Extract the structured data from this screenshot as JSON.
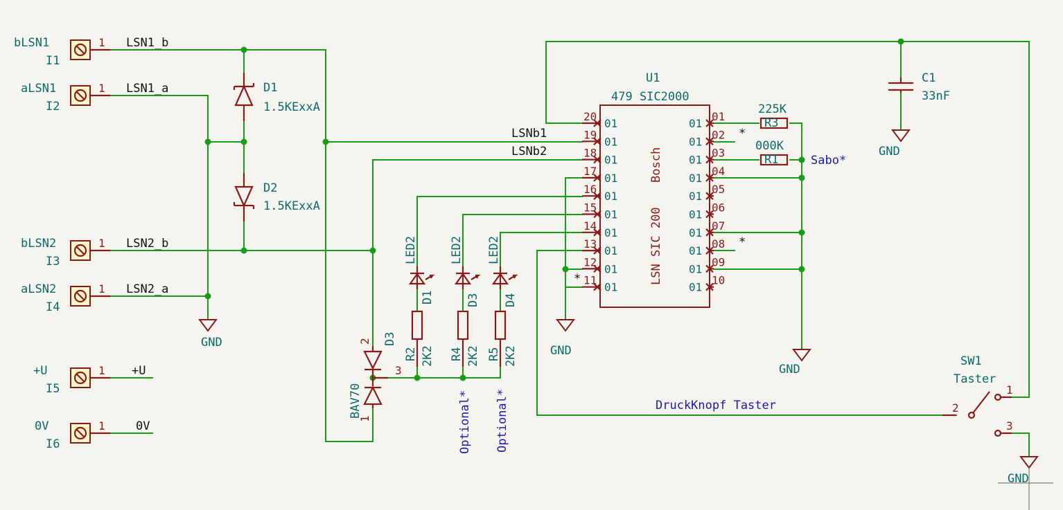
{
  "connectors": [
    {
      "ref": "bLSN1",
      "value": "I1",
      "pin": "1",
      "net": "LSN1_b"
    },
    {
      "ref": "aLSN1",
      "value": "I2",
      "pin": "1",
      "net": "LSN1_a"
    },
    {
      "ref": "bLSN2",
      "value": "I3",
      "pin": "1",
      "net": "LSN2_b"
    },
    {
      "ref": "aLSN2",
      "value": "I4",
      "pin": "1",
      "net": "LSN2_a"
    },
    {
      "ref": "+U",
      "value": "I5",
      "pin": "1",
      "net": "+U"
    },
    {
      "ref": "0V",
      "value": "I6",
      "pin": "1",
      "net": "0V"
    }
  ],
  "diodes": [
    {
      "ref": "D1",
      "value": "1.5KExxA"
    },
    {
      "ref": "D2",
      "value": "1.5KExxA"
    }
  ],
  "leds": [
    {
      "value": "LED2",
      "ref": "D1"
    },
    {
      "value": "LED2",
      "ref": "D3"
    },
    {
      "value": "LED2",
      "ref": "D4"
    }
  ],
  "resistors": [
    {
      "ref": "R2",
      "value": "2K2"
    },
    {
      "ref": "R4",
      "value": "2K2"
    },
    {
      "ref": "R5",
      "value": "2K2"
    }
  ],
  "optional_notes": [
    "Optional*",
    "Optional*"
  ],
  "bav": {
    "ref": "D3",
    "value": "BAV70",
    "pin1": "1",
    "pin2": "2",
    "pin3": "3"
  },
  "ic": {
    "ref": "U1",
    "value": "479 SIC2000",
    "body_left": "LSN SIC 200",
    "body_right": "Bosch",
    "left_pins": [
      "20",
      "19",
      "18",
      "17",
      "16",
      "15",
      "14",
      "13",
      "12",
      "11"
    ],
    "right_pins": [
      "01",
      "02",
      "03",
      "04",
      "05",
      "06",
      "07",
      "08",
      "09",
      "10"
    ],
    "pin_name": "01"
  },
  "nets": {
    "lsnb1": "LSNb1",
    "lsnb2": "LSNb2",
    "druck": "DruckKnopf Taster",
    "sabo": "Sabo*"
  },
  "r3": {
    "ref": "R3",
    "value": "225K"
  },
  "r1": {
    "ref": "R1",
    "value": "000K"
  },
  "c1": {
    "ref": "C1",
    "value": "33nF"
  },
  "sw1": {
    "ref": "SW1",
    "value": "Taster",
    "pin1": "1",
    "pin2": "2",
    "pin3": "3"
  },
  "gnd_label": "GND",
  "star": "*",
  "colors": {
    "wire": "#189c18",
    "component": "#8a1a1a",
    "reference": "#0a6a6a",
    "annotation": "#1a1aa8",
    "background": "#f5f4ef"
  }
}
